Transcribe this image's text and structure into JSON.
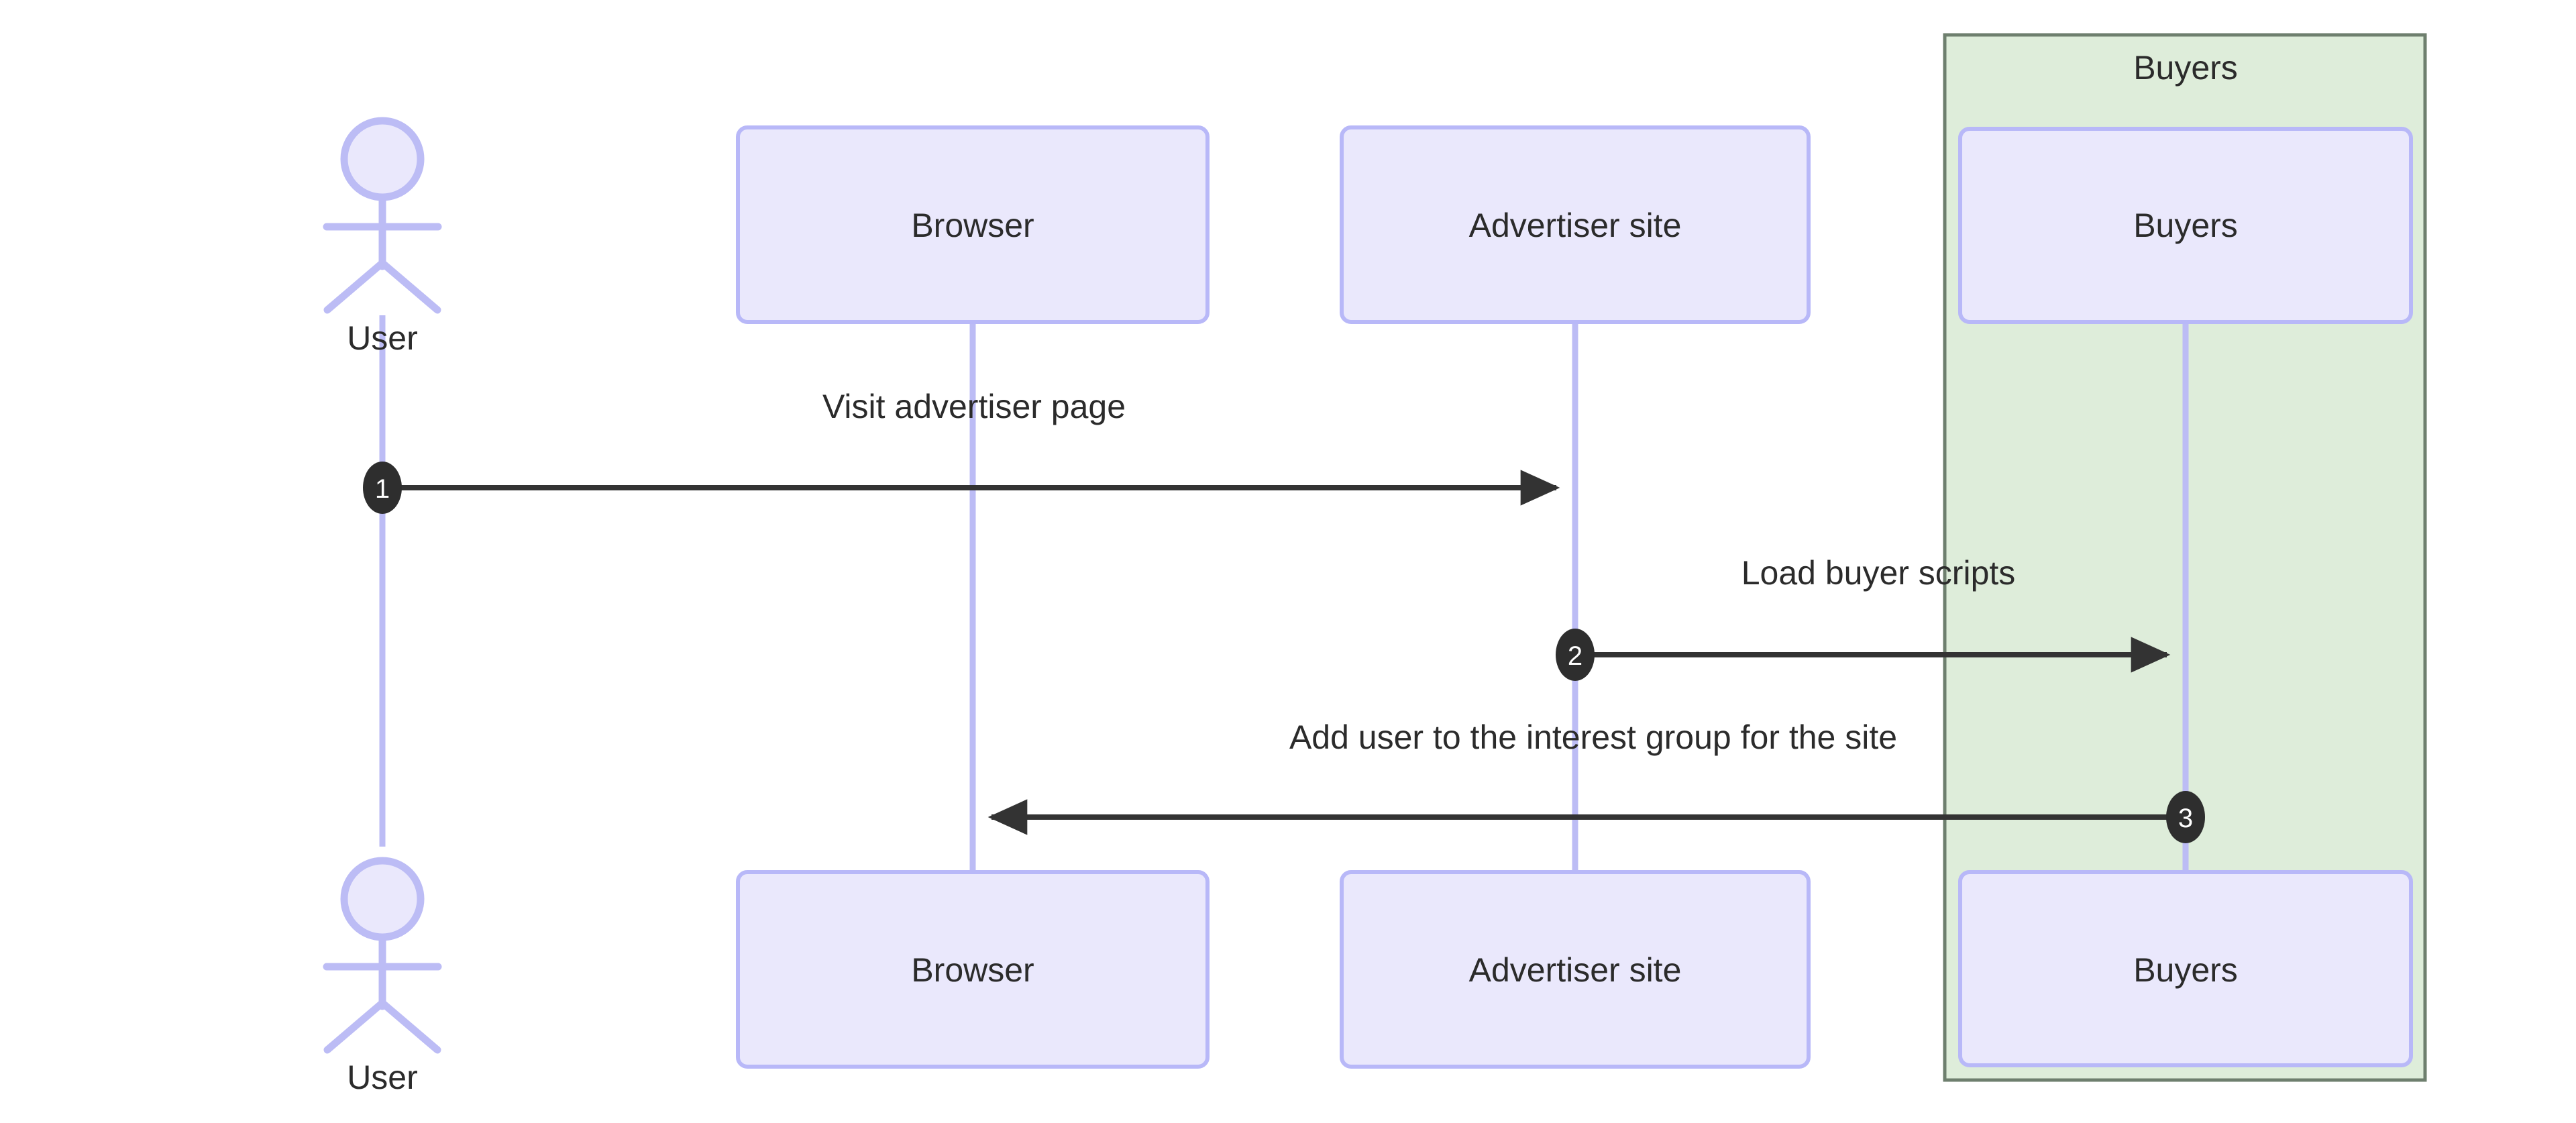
{
  "diagram": {
    "type": "sequence-diagram",
    "background_color": "#ffffff",
    "colors": {
      "participant_fill": "#eae8fc",
      "participant_stroke": "#b8b8f8",
      "lifeline": "#bcbcf5",
      "group_fill": "#deedda",
      "group_stroke": "#6e7f6e",
      "message_line": "#333333",
      "sequence_bubble": "#2e2e2e",
      "sequence_number_text": "#ffffff",
      "text": "#2b2b2b"
    },
    "group": {
      "label": "Buyers"
    },
    "participants": [
      {
        "id": "user",
        "label": "User",
        "kind": "actor"
      },
      {
        "id": "browser",
        "label": "Browser",
        "kind": "box"
      },
      {
        "id": "advertiser",
        "label": "Advertiser site",
        "kind": "box"
      },
      {
        "id": "buyers",
        "label": "Buyers",
        "kind": "box"
      }
    ],
    "participants_bottom": [
      {
        "id": "user",
        "label": "User",
        "kind": "actor"
      },
      {
        "id": "browser",
        "label": "Browser",
        "kind": "box"
      },
      {
        "id": "advertiser",
        "label": "Advertiser site",
        "kind": "box"
      },
      {
        "id": "buyers",
        "label": "Buyers",
        "kind": "box"
      }
    ],
    "messages": [
      {
        "number": "1",
        "label": "Visit advertiser page",
        "from": "user",
        "to": "advertiser",
        "direction": "right"
      },
      {
        "number": "2",
        "label": "Load buyer scripts",
        "from": "advertiser",
        "to": "buyers",
        "direction": "right"
      },
      {
        "number": "3",
        "label": "Add user to the interest group for the site",
        "from": "buyers",
        "to": "browser",
        "direction": "left"
      }
    ]
  }
}
